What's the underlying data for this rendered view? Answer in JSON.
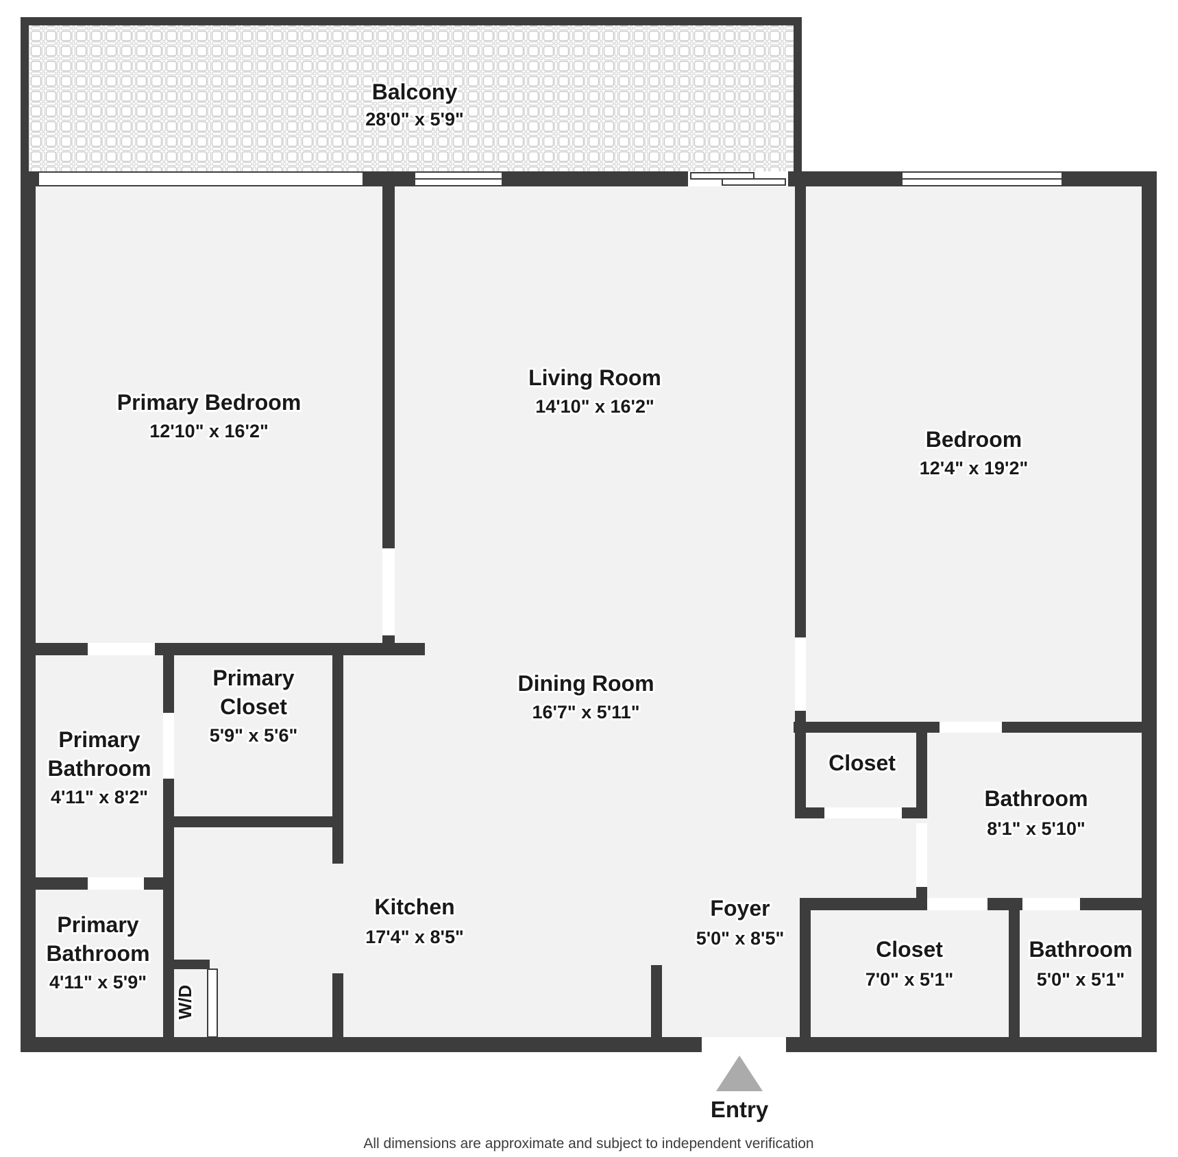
{
  "page": {
    "footer": "All dimensions are approximate and subject to independent verification"
  },
  "colors": {
    "wall": "#3d3d3d",
    "floor": "#f2f2f2",
    "opening": "#ffffff",
    "balcony_tile_stroke": "#c9c9c9",
    "entry_arrow": "#ababab",
    "label_text": "#191919"
  },
  "entry": {
    "label": "Entry"
  },
  "fixtures": {
    "washer_dryer": "W/D"
  },
  "rooms": {
    "balcony": {
      "name": "Balcony",
      "dims": "28'0\" x 5'9\""
    },
    "primary_bedroom": {
      "name": "Primary Bedroom",
      "dims": "12'10\" x 16'2\""
    },
    "living_room": {
      "name": "Living Room",
      "dims": "14'10\" x 16'2\""
    },
    "bedroom": {
      "name": "Bedroom",
      "dims": "12'4\" x 19'2\""
    },
    "primary_bathroom_upper": {
      "name_lines": [
        "Primary",
        "Bathroom"
      ],
      "dims": "4'11\" x 8'2\""
    },
    "primary_closet": {
      "name_lines": [
        "Primary",
        "Closet"
      ],
      "dims": "5'9\" x 5'6\""
    },
    "dining_room": {
      "name": "Dining Room",
      "dims": "16'7\" x 5'11\""
    },
    "closet_mid": {
      "name": "Closet"
    },
    "bathroom_mid": {
      "name": "Bathroom",
      "dims": "8'1\" x 5'10\""
    },
    "primary_bathroom_lower": {
      "name_lines": [
        "Primary",
        "Bathroom"
      ],
      "dims": "4'11\" x 5'9\""
    },
    "kitchen": {
      "name": "Kitchen",
      "dims": "17'4\" x 8'5\""
    },
    "foyer": {
      "name": "Foyer",
      "dims": "5'0\" x 8'5\""
    },
    "closet_lower": {
      "name": "Closet",
      "dims": "7'0\" x 5'1\""
    },
    "bathroom_lower": {
      "name": "Bathroom",
      "dims": "5'0\" x 5'1\""
    }
  }
}
